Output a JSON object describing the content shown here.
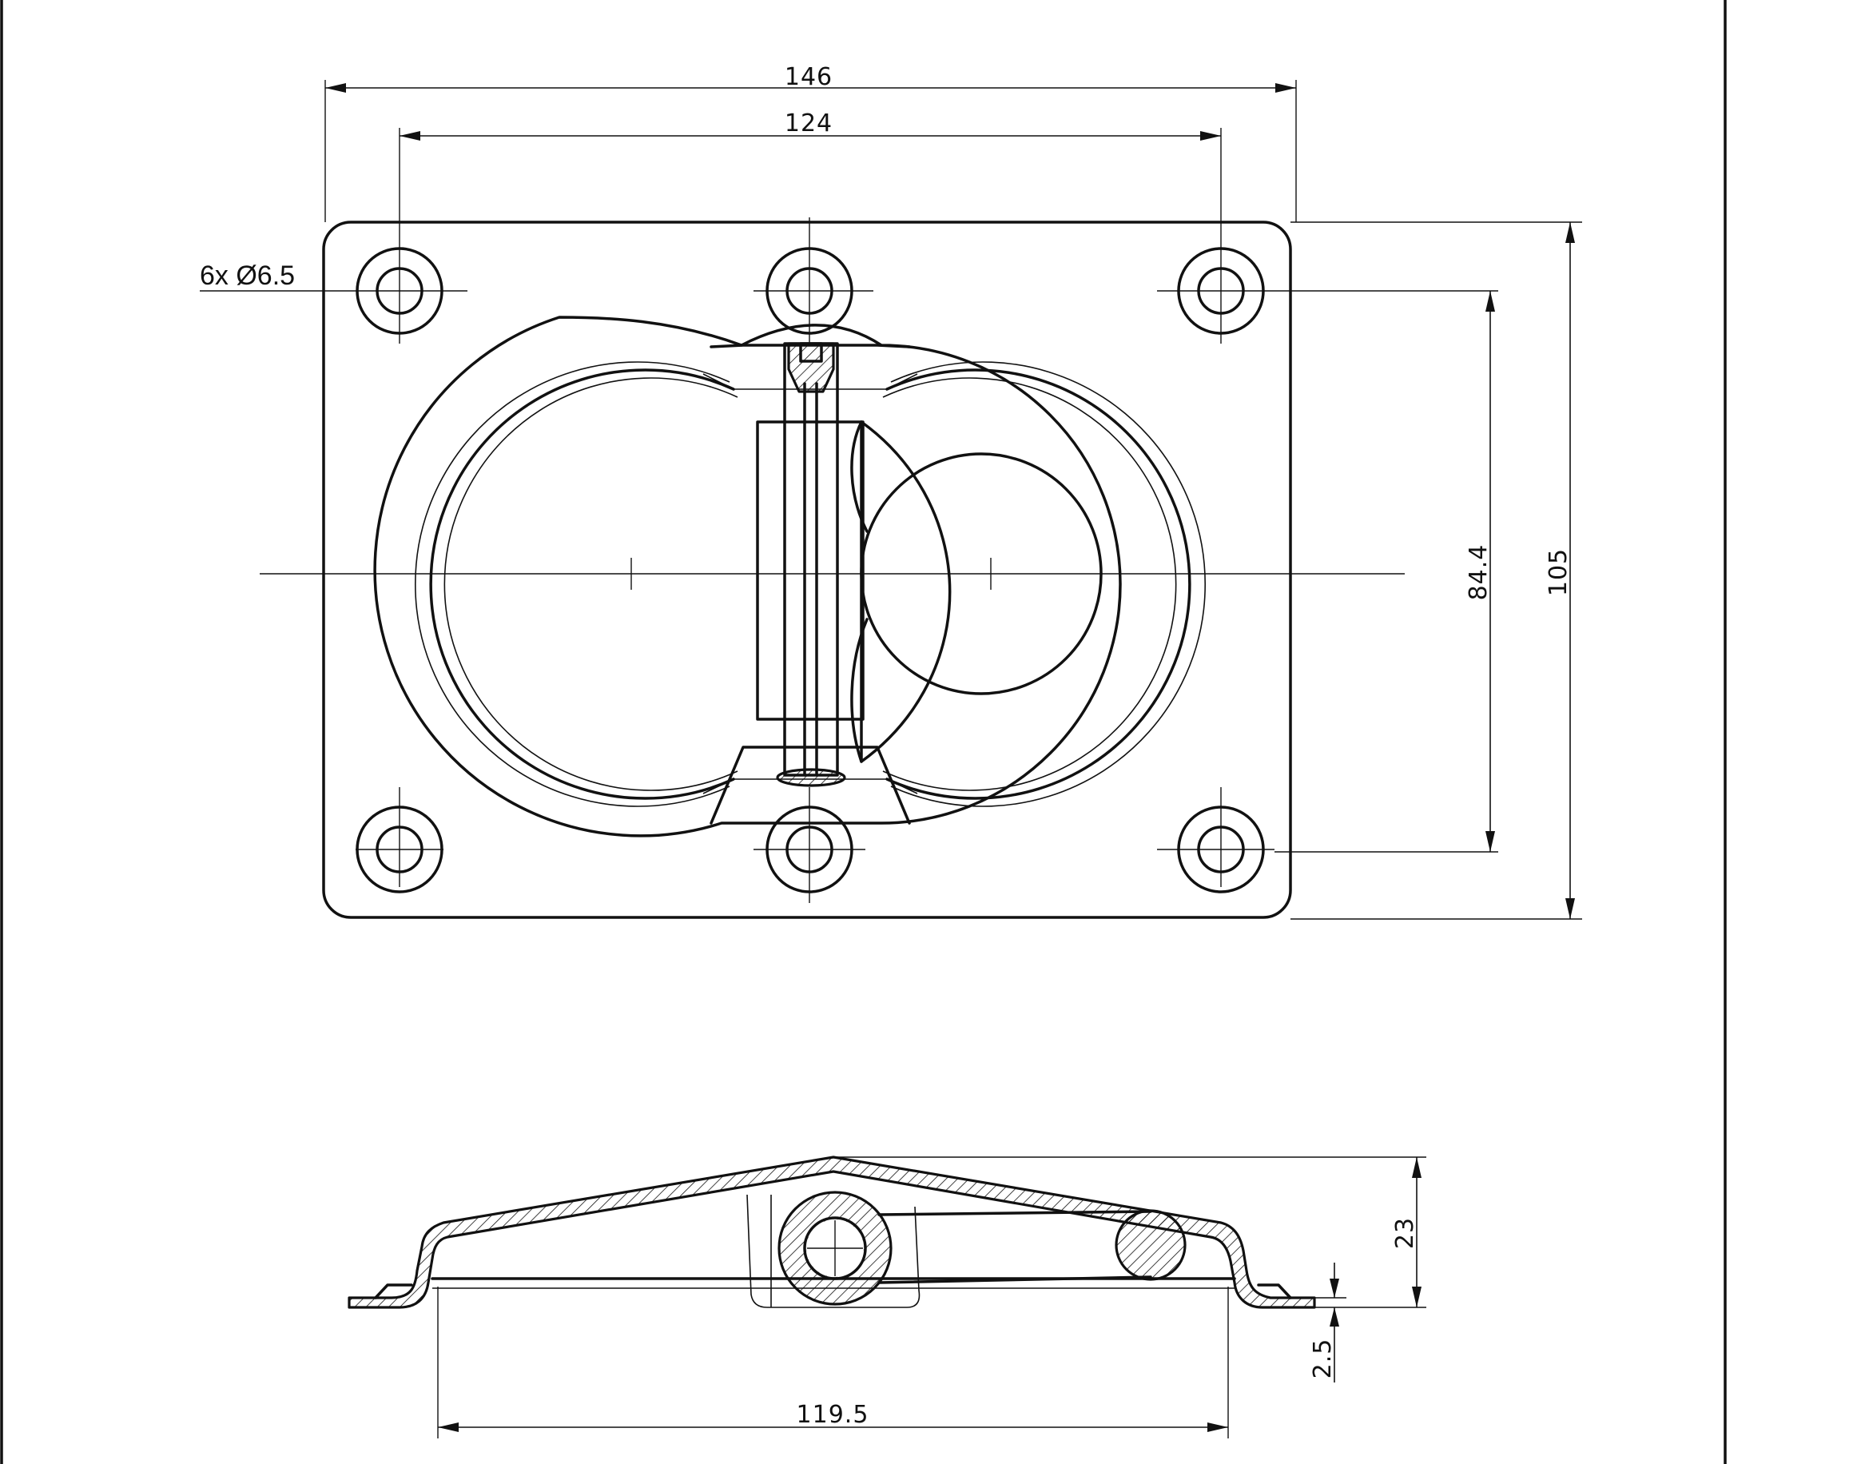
{
  "dimensions": {
    "overall_width": "146",
    "hole_spacing_x": "124",
    "overall_height": "105",
    "hole_spacing_y": "84.4",
    "height": "23",
    "plate_thickness": "2.5",
    "bottom_width": "119.5"
  },
  "note": {
    "holes": "6x Ø6.5"
  },
  "colors": {
    "line": "#111111",
    "background": "#ffffff"
  }
}
